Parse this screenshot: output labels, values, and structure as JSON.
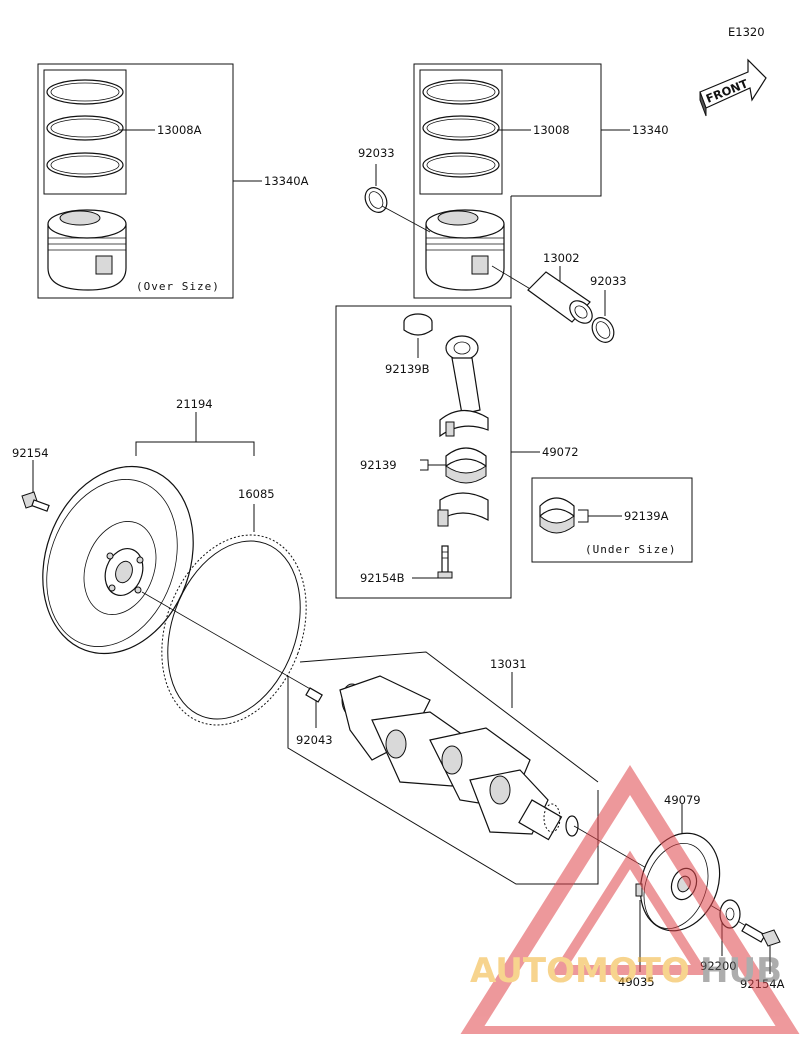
{
  "diagram_code": "E1320",
  "front_label": "FRONT",
  "notes": {
    "over_size": "(Over Size)",
    "under_size": "(Under Size)"
  },
  "part_numbers": {
    "ring_set_os": "13008A",
    "piston_set_os": "13340A",
    "ring_set": "13008",
    "piston_set": "13340",
    "circlip_left": "92033",
    "piston_pin": "13002",
    "circlip_right": "92033",
    "small_end_bush": "92139B",
    "con_rod_bearing": "92139",
    "con_rod_assy": "49072",
    "bearing_us": "92139A",
    "con_rod_bolt": "92154B",
    "flywheel": "21194",
    "flywheel_bolt": "92154",
    "ring_gear": "16085",
    "crankshaft": "13031",
    "dowel_pin": "92043",
    "pulley": "49079",
    "key": "49035",
    "washer": "92200",
    "pulley_bolt": "92154A"
  },
  "watermark": {
    "text_a": "AUTOMOTO",
    "text_b": "HUB"
  }
}
